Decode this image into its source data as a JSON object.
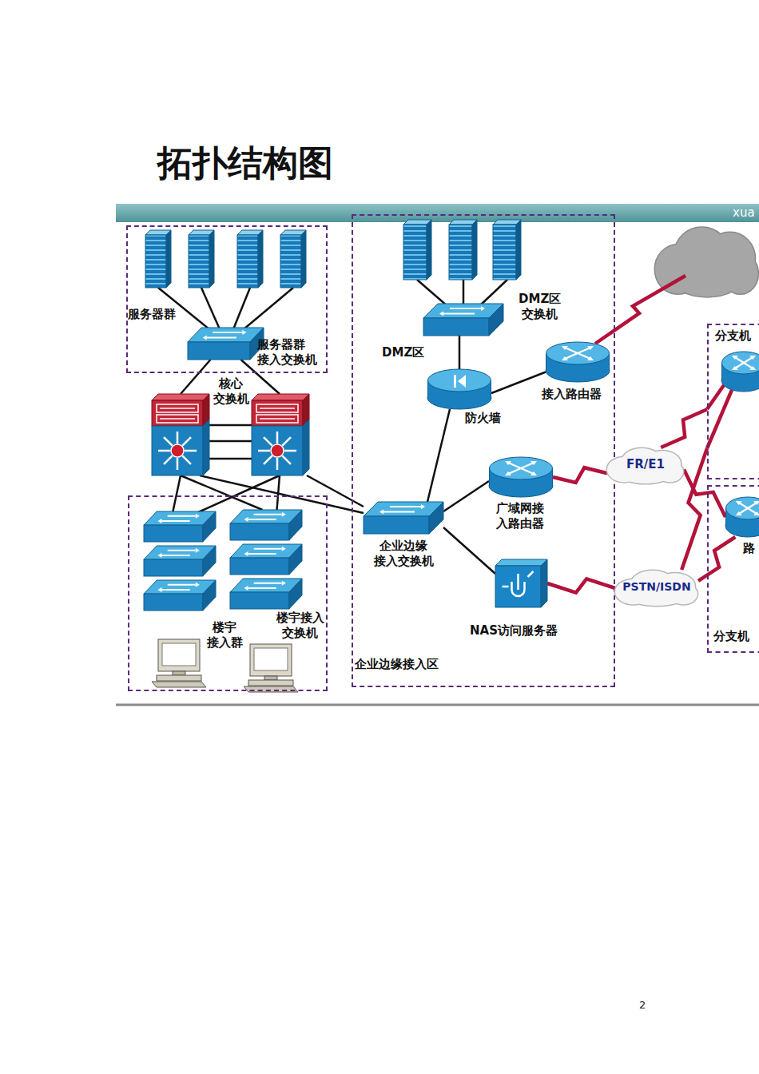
{
  "diagram": {
    "title": "拓扑结构图",
    "nodes": [
      {
        "text": [
          "服务器群"
        ]
      },
      {
        "text": [
          "服务器群 接入交换机"
        ],
        "in": 0
      },
      {
        "text": [
          "核心 交换机"
        ]
      },
      {
        "text": [
          "楼宇 接入群"
        ]
      },
      {
        "text": [
          "楼宇接入 交换机"
        ],
        "in": 3
      },
      {
        "text": [
          "DMZ区",
          "企业边缘接入区"
        ]
      },
      {
        "text": [
          "DMZ区 交换机"
        ],
        "in": 5
      },
      {
        "text": [
          "防火墙"
        ],
        "in": 5
      },
      {
        "text": [
          "接入路由器"
        ],
        "in": 5
      },
      {
        "text": [
          "企业边缘 接入交换机"
        ],
        "in": 5
      },
      {
        "text": [
          "广域网接 入路由器"
        ],
        "in": 5
      },
      {
        "text": [
          "NAS访问服务器"
        ],
        "in": 5
      },
      {
        "text": [
          "FR/E1"
        ]
      },
      {
        "text": [
          "PSTN/ISDN"
        ]
      },
      {
        "text": [
          "分支机"
        ]
      },
      {
        "text": [
          "分支机"
        ]
      },
      {
        "text": [
          "路"
        ],
        "in": 15
      }
    ],
    "edges": [
      {
        "from": 2,
        "to": 1,
        "arrow": "none"
      },
      {
        "from": 2,
        "to": 1,
        "arrow": "none"
      },
      {
        "from": 2,
        "to": 4,
        "arrow": "none"
      },
      {
        "from": 2,
        "to": 4,
        "arrow": "none"
      },
      {
        "from": 2,
        "to": 9,
        "arrow": "none"
      },
      {
        "from": 2,
        "to": 9,
        "arrow": "none"
      },
      {
        "from": 9,
        "to": 7,
        "arrow": "none"
      },
      {
        "from": 7,
        "to": 6,
        "arrow": "none"
      },
      {
        "from": 7,
        "to": 8,
        "arrow": "none"
      },
      {
        "from": 9,
        "to": 10,
        "arrow": "none"
      },
      {
        "from": 9,
        "to": 11,
        "arrow": "none"
      },
      {
        "from": 10,
        "to": 12,
        "arrow": "none"
      },
      {
        "from": 11,
        "to": 13,
        "arrow": "none"
      },
      {
        "from": 12,
        "to": 14,
        "arrow": "none"
      },
      {
        "from": 12,
        "to": 16,
        "arrow": "none"
      },
      {
        "from": 13,
        "to": 14,
        "arrow": "none"
      },
      {
        "from": 13,
        "to": 16,
        "arrow": "none"
      }
    ],
    "labels": [
      "xua",
      "2"
    ]
  }
}
